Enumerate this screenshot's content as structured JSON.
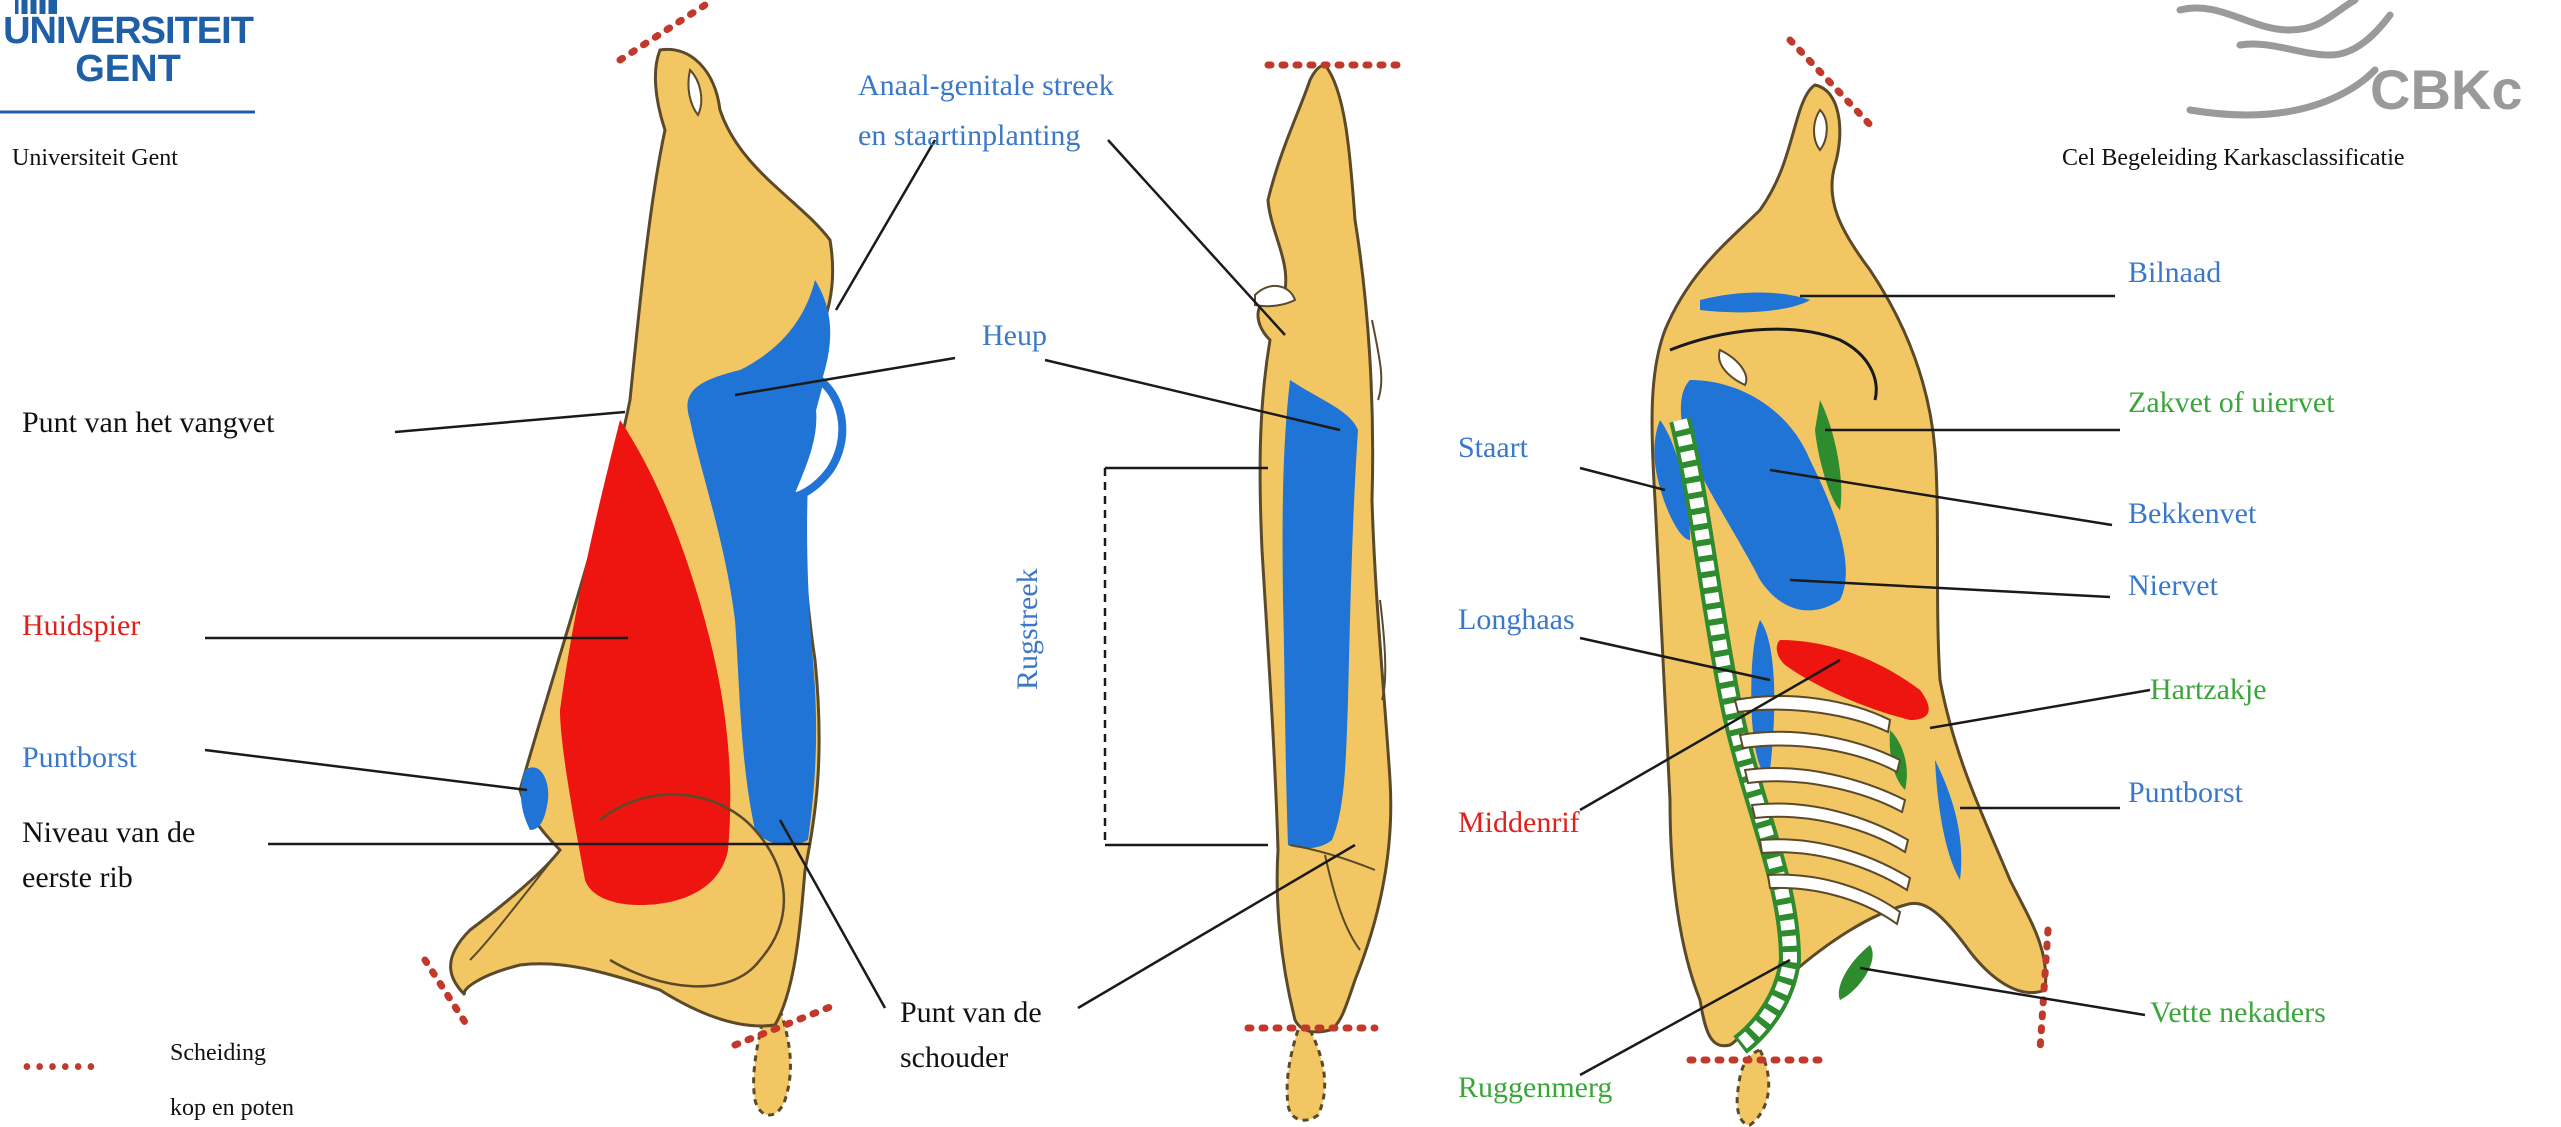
{
  "colors": {
    "fat": "#f3c664",
    "fat_stroke": "#8a6a2a",
    "blue_region": "#1f74d6",
    "red_region": "#ee1410",
    "green_region": "#2e8b2e",
    "dots": "#c0392b",
    "label_black": "#111111",
    "label_blue": "#3a78c9",
    "label_red": "#e0201c",
    "label_green": "#3aa63a",
    "logo_blue": "#1f5fa8",
    "logo_gray": "#9a9a9a"
  },
  "logos": {
    "ugent_line1": "UNIVERSITEIT",
    "ugent_line2": "GENT",
    "ugent_caption": "Universiteit Gent",
    "cbkc_text": "CBKc",
    "cbkc_caption": "Cel Begeleiding Karkasclassificatie"
  },
  "labels": {
    "punt_vangvet": "Punt van het vangvet",
    "huidspier": "Huidspier",
    "puntborst_left": "Puntborst",
    "niveau_line1": "Niveau van de",
    "niveau_line2": "eerste rib",
    "scheiding_line1": "Scheiding",
    "scheiding_line2": "kop en poten",
    "anaal_line1": "Anaal-genitale  streek",
    "anaal_line2": "en staartinplanting",
    "heup": "Heup",
    "rugstreek": "Rugstreek",
    "punt_schouder_line1": "Punt van de",
    "punt_schouder_line2": "schouder",
    "bilnaad": "Bilnaad",
    "zakvet": "Zakvet  of uiervet",
    "staart": "Staart",
    "bekkenvet": "Bekkenvet",
    "niervet": "Niervet",
    "longhaas": "Longhaas",
    "hartzakje": "Hartzakje",
    "middenrif": "Middenrif",
    "puntborst_right": "Puntborst",
    "ruggenmerg": "Ruggenmerg",
    "vette_nekaders": "Vette nekaders"
  }
}
